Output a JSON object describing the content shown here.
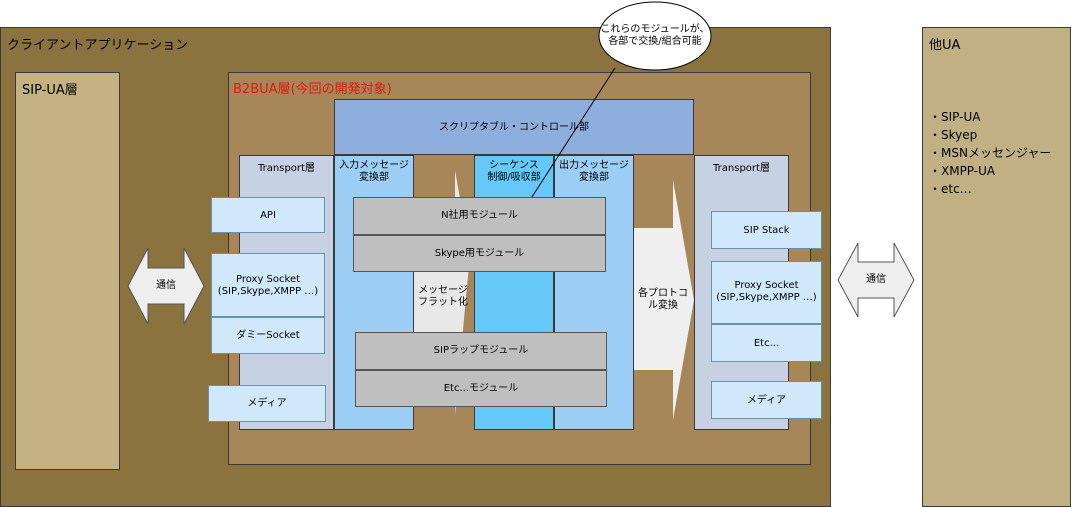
{
  "client_app": {
    "title": "クライアントアプリケーション"
  },
  "other_ua": {
    "title": "他UA",
    "items": [
      "・SIP-UA",
      "・Skyep",
      "・MSNメッセンジャー",
      "・XMPP-UA",
      "・etc…"
    ]
  },
  "sip_ua_layer": {
    "title": "SIP-UA層"
  },
  "b2bua": {
    "title": "B2BUA層(今回の開発対象)"
  },
  "scriptable": {
    "label": "スクリプタブル・コントロール部"
  },
  "transport_left": {
    "title": "Transport層",
    "api": "API",
    "proxy": "Proxy Socket\n(SIP,Skype,XMPP …)",
    "dummy": "ダミーSocket",
    "media": "メディア"
  },
  "transport_right": {
    "title": "Transport層",
    "sip_stack": "SIP Stack",
    "proxy": "Proxy Socket\n(SIP,Skype,XMPP …)",
    "etc": "Etc...",
    "media": "メディア"
  },
  "input_conv": {
    "label": "入力メッセージ\n変換部"
  },
  "sequence": {
    "label": "シーケンス\n制御/吸収部"
  },
  "output_conv": {
    "label": "出力メッセージ\n変換部"
  },
  "modules": {
    "n_company": "N社用モジュール",
    "skype": "Skype用モジュール",
    "sip_wrap": "SIPラップモジュール",
    "etc": "Etc...モジュール"
  },
  "flatten": {
    "label": "メッセージ\nフラット化"
  },
  "protocol_conv": {
    "label": "各プロトコ\nル変換"
  },
  "comm_left": {
    "label": "通信"
  },
  "comm_right": {
    "label": "通信"
  },
  "callout": {
    "label": "これらのモジュールが、\n各部で交換/組合可能"
  },
  "colors": {
    "client_bg": "#8b7340",
    "b2bua_bg": "#a7865a",
    "sip_ua_bg": "#c4b282",
    "other_bg": "#c0b084",
    "scriptable_bg": "#8eaedd",
    "transport_bg": "#c7d1e4",
    "conv_bg": "#9ccdf5",
    "sequence_bg": "#66c8f7",
    "b2bua_title": "#e3170f"
  }
}
